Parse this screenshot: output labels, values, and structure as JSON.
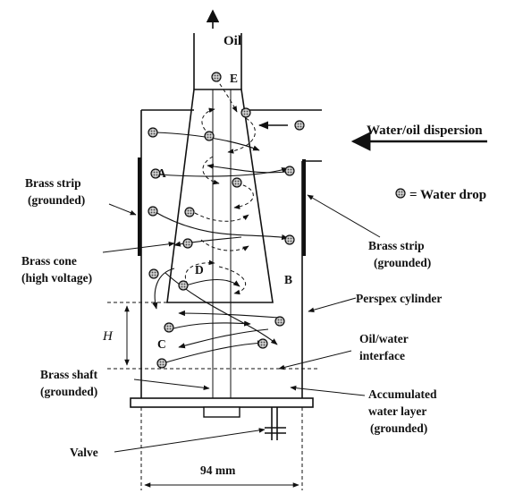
{
  "labels": {
    "oil": "Oil",
    "e": "E",
    "a": "A",
    "b": "B",
    "c": "C",
    "d": "D",
    "h": "H",
    "dispersion": "Water/oil dispersion",
    "water_drop_legend": "= Water drop",
    "brass_strip_left_1": "Brass strip",
    "brass_strip_left_2": "(grounded)",
    "brass_strip_right_1": "Brass strip",
    "brass_strip_right_2": "(grounded)",
    "brass_cone_1": "Brass cone",
    "brass_cone_2": "(high voltage)",
    "perspex": "Perspex cylinder",
    "interface_1": "Oil/water",
    "interface_2": "interface",
    "shaft_1": "Brass shaft",
    "shaft_2": "(grounded)",
    "accum_1": "Accumulated",
    "accum_2": "water layer",
    "accum_3": "(grounded)",
    "valve": "Valve",
    "width": "94 mm"
  }
}
